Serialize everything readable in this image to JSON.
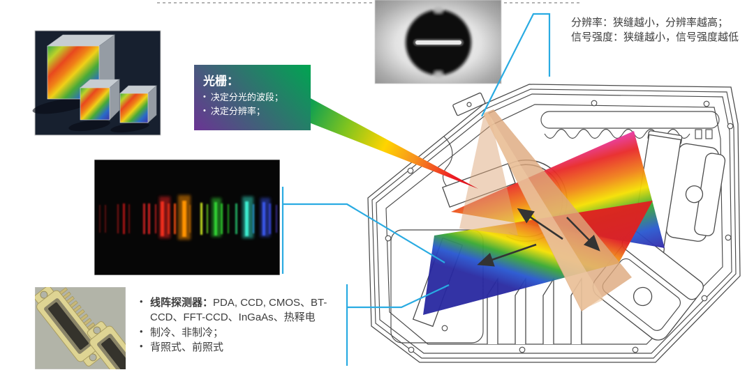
{
  "colors": {
    "callout-blue": "#29abe2",
    "text-dark": "#3c3c3c",
    "box-green": "#00a551",
    "box-purple": "#6b3494"
  },
  "grating_box": {
    "title": "光栅：",
    "bullets": [
      "决定分光的波段；",
      "决定分辨率；"
    ]
  },
  "slit_note": {
    "line1": "分辨率：狭缝越小，分辨率越高；",
    "line2": "信号强度：狭缝越小，信号强度越低"
  },
  "detector_note": {
    "item1_lead": "线阵探测器：",
    "item1_rest": "PDA, CCD, CMOS、BT-CCD、FFT-CCD、InGaAs、热释电",
    "item2": "制冷、非制冷；",
    "item3": "背照式、前照式"
  },
  "photos": {
    "gratings": "diffraction-gratings-photo",
    "slit": "entrance-slit-photo",
    "spectrum": "emission-spectrum-photo",
    "detector": "linear-array-detector-photo"
  }
}
